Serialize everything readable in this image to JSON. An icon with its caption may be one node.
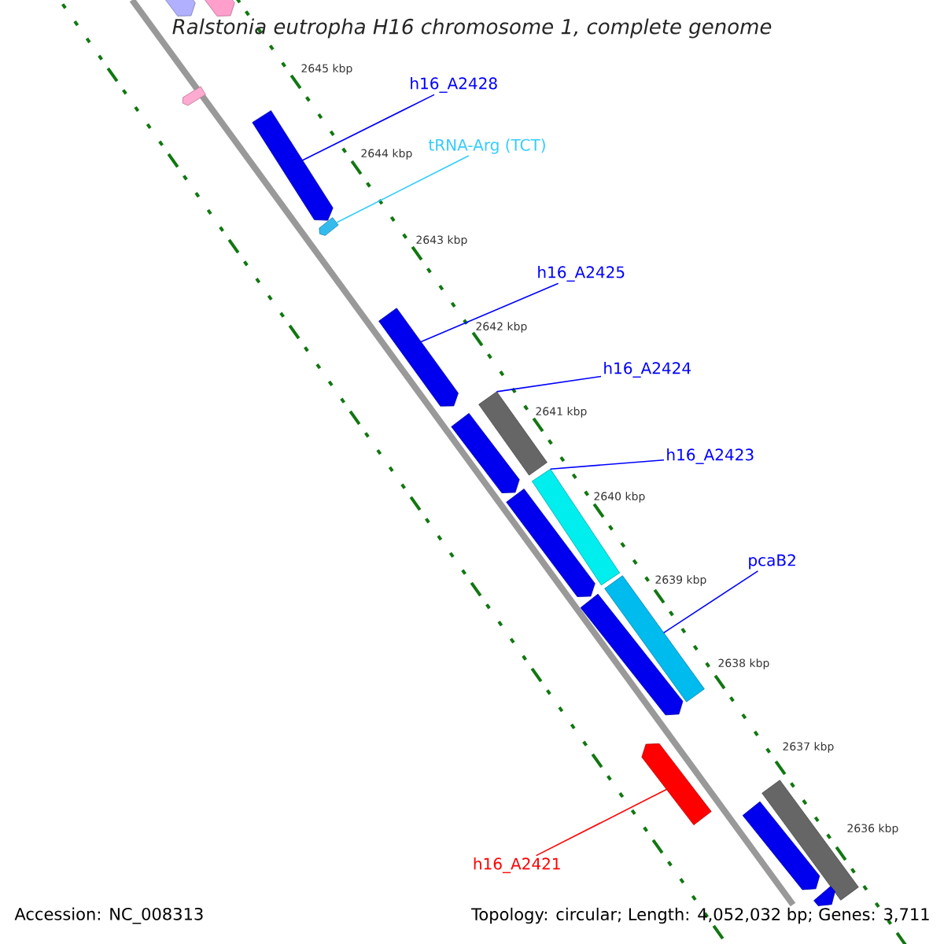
{
  "diagram": {
    "title": "Ralstonia eutropha H16 chromosome 1, complete genome",
    "nodes": [
      {
        "text": [
          "h16_A2428"
        ]
      },
      {
        "text": [
          "tRNA-Arg (TCT)"
        ]
      },
      {
        "text": [
          "h16_A2425"
        ]
      },
      {
        "text": [
          "h16_A2424"
        ]
      },
      {
        "text": [
          "h16_A2423"
        ]
      },
      {
        "text": [
          "pcaB2"
        ]
      },
      {
        "text": [
          "h16_A2421"
        ]
      },
      {
        "text": [],
        "shape": "pentagon"
      },
      {
        "text": [],
        "shape": "pentagon"
      },
      {
        "text": [],
        "shape": "pentagon"
      },
      {
        "text": [],
        "shape": "pentagon"
      },
      {
        "text": [],
        "shape": "pentagon"
      },
      {
        "text": [],
        "shape": "pentagon"
      },
      {
        "text": [],
        "shape": "bar"
      },
      {
        "text": [],
        "shape": "pentagon"
      },
      {
        "text": [],
        "shape": "bar"
      },
      {
        "text": [],
        "shape": "pentagon"
      },
      {
        "text": [],
        "shape": "bar"
      },
      {
        "text": [],
        "shape": "pentagon"
      },
      {
        "text": [],
        "shape": "pentagon"
      },
      {
        "text": [],
        "shape": "bar"
      },
      {
        "text": [],
        "shape": "pentagon"
      },
      {
        "text": [],
        "shape": "pentagon"
      }
    ],
    "edges": [
      {
        "from": 0,
        "to": 10,
        "arrow": "none"
      },
      {
        "from": 1,
        "to": 11,
        "arrow": "none",
        "color": "#33ccff"
      },
      {
        "from": 2,
        "to": 12,
        "arrow": "none"
      },
      {
        "from": 3,
        "to": 13,
        "arrow": "none"
      },
      {
        "from": 4,
        "to": 15,
        "arrow": "none"
      },
      {
        "from": 5,
        "to": 17,
        "arrow": "none"
      },
      {
        "from": 6,
        "to": 19,
        "arrow": "none",
        "color": "#ff0000"
      }
    ],
    "labels": [
      "2645 kbp",
      "2644 kbp",
      "2643 kbp",
      "2642 kbp",
      "2641 kbp",
      "2640 kbp",
      "2639 kbp",
      "2638 kbp",
      "2637 kbp",
      "2636 kbp",
      "Accession: NC_008313",
      "Topology: circular; Length: 4,052,032 bp; Genes: 3,711"
    ]
  }
}
